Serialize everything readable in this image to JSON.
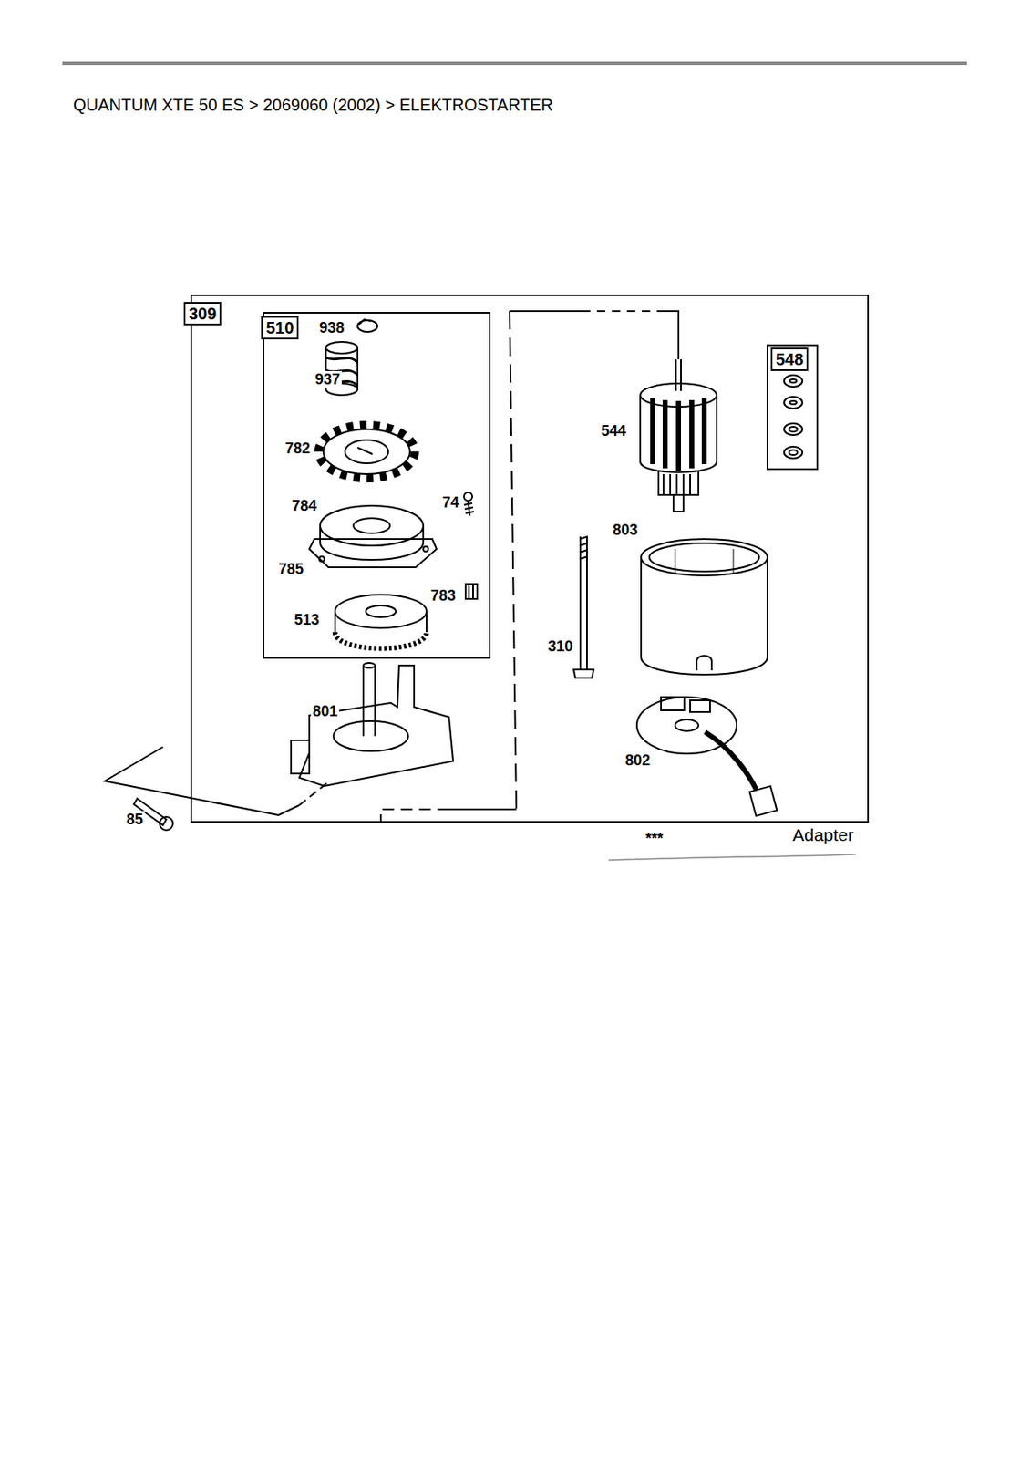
{
  "diagram": {
    "title": "QUANTUM XTE 50 ES  >  2069060 (2002)  >  ELEKTROSTARTER",
    "nodes": [
      {
        "text": [
          "309"
        ]
      },
      {
        "text": [
          "510"
        ],
        "in": 0
      },
      {
        "text": [
          "548"
        ],
        "in": 0
      }
    ],
    "labels": [
      "938",
      "937",
      "782",
      "784",
      "74",
      "785",
      "783",
      "513",
      "801",
      "85",
      "544",
      "803",
      "310",
      "802",
      "***",
      "Adapter"
    ]
  }
}
